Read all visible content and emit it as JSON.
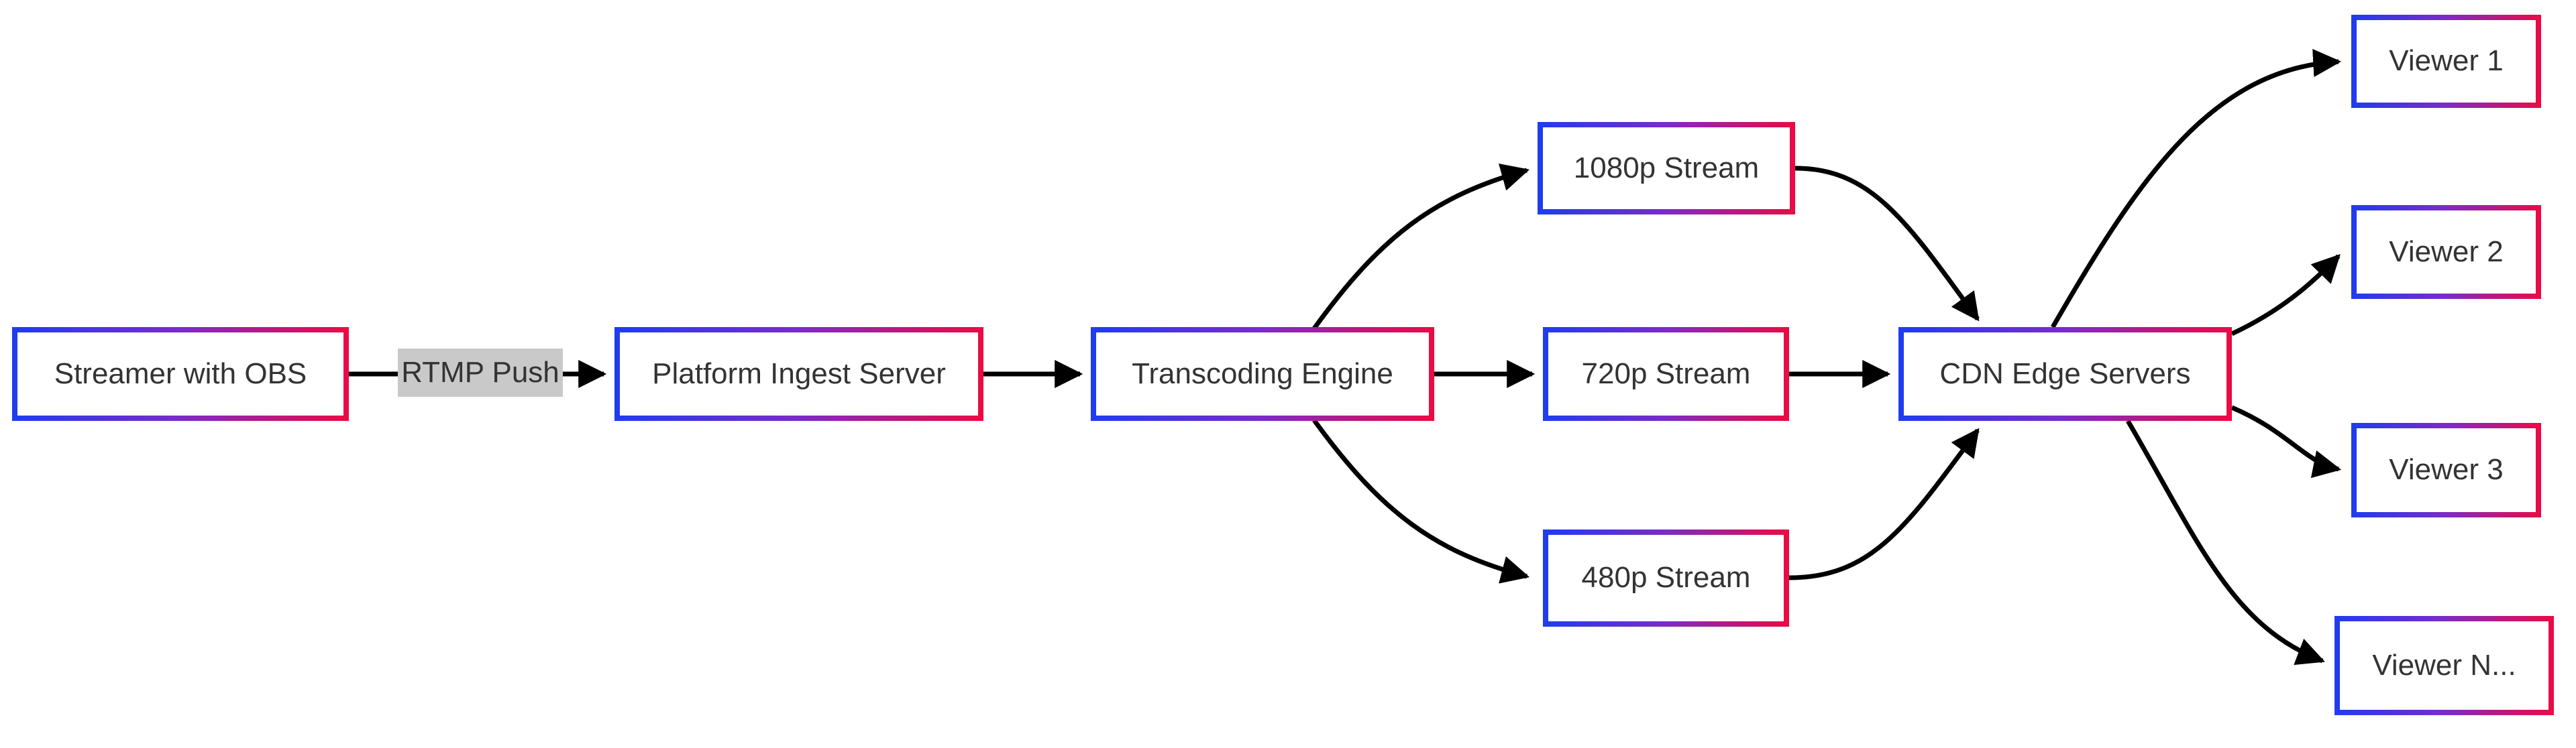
{
  "diagram": {
    "title": "Live streaming pipeline flowchart",
    "colors": {
      "border_gradient_start": "#1e3cf0",
      "border_gradient_mid": "#7b2bc8",
      "border_gradient_end": "#ec0a44",
      "edge_color": "#000000",
      "edge_label_bg": "#c9c9c9",
      "node_fill": "#ffffff",
      "text_color": "#333333",
      "background": "#ffffff"
    },
    "nodes": [
      {
        "id": "streamer",
        "label": "Streamer with OBS"
      },
      {
        "id": "ingest",
        "label": "Platform Ingest Server"
      },
      {
        "id": "transcoder",
        "label": "Transcoding Engine"
      },
      {
        "id": "s1080",
        "label": "1080p Stream"
      },
      {
        "id": "s720",
        "label": "720p Stream"
      },
      {
        "id": "s480",
        "label": "480p Stream"
      },
      {
        "id": "cdn",
        "label": "CDN Edge Servers"
      },
      {
        "id": "viewer1",
        "label": "Viewer 1"
      },
      {
        "id": "viewer2",
        "label": "Viewer 2"
      },
      {
        "id": "viewer3",
        "label": "Viewer 3"
      },
      {
        "id": "viewerN",
        "label": "Viewer N..."
      }
    ],
    "edges": [
      {
        "from": "streamer",
        "to": "ingest",
        "label": "RTMP Push"
      },
      {
        "from": "ingest",
        "to": "transcoder",
        "label": ""
      },
      {
        "from": "transcoder",
        "to": "s1080",
        "label": ""
      },
      {
        "from": "transcoder",
        "to": "s720",
        "label": ""
      },
      {
        "from": "transcoder",
        "to": "s480",
        "label": ""
      },
      {
        "from": "s1080",
        "to": "cdn",
        "label": ""
      },
      {
        "from": "s720",
        "to": "cdn",
        "label": ""
      },
      {
        "from": "s480",
        "to": "cdn",
        "label": ""
      },
      {
        "from": "cdn",
        "to": "viewer1",
        "label": ""
      },
      {
        "from": "cdn",
        "to": "viewer2",
        "label": ""
      },
      {
        "from": "cdn",
        "to": "viewer3",
        "label": ""
      },
      {
        "from": "cdn",
        "to": "viewerN",
        "label": ""
      }
    ]
  }
}
